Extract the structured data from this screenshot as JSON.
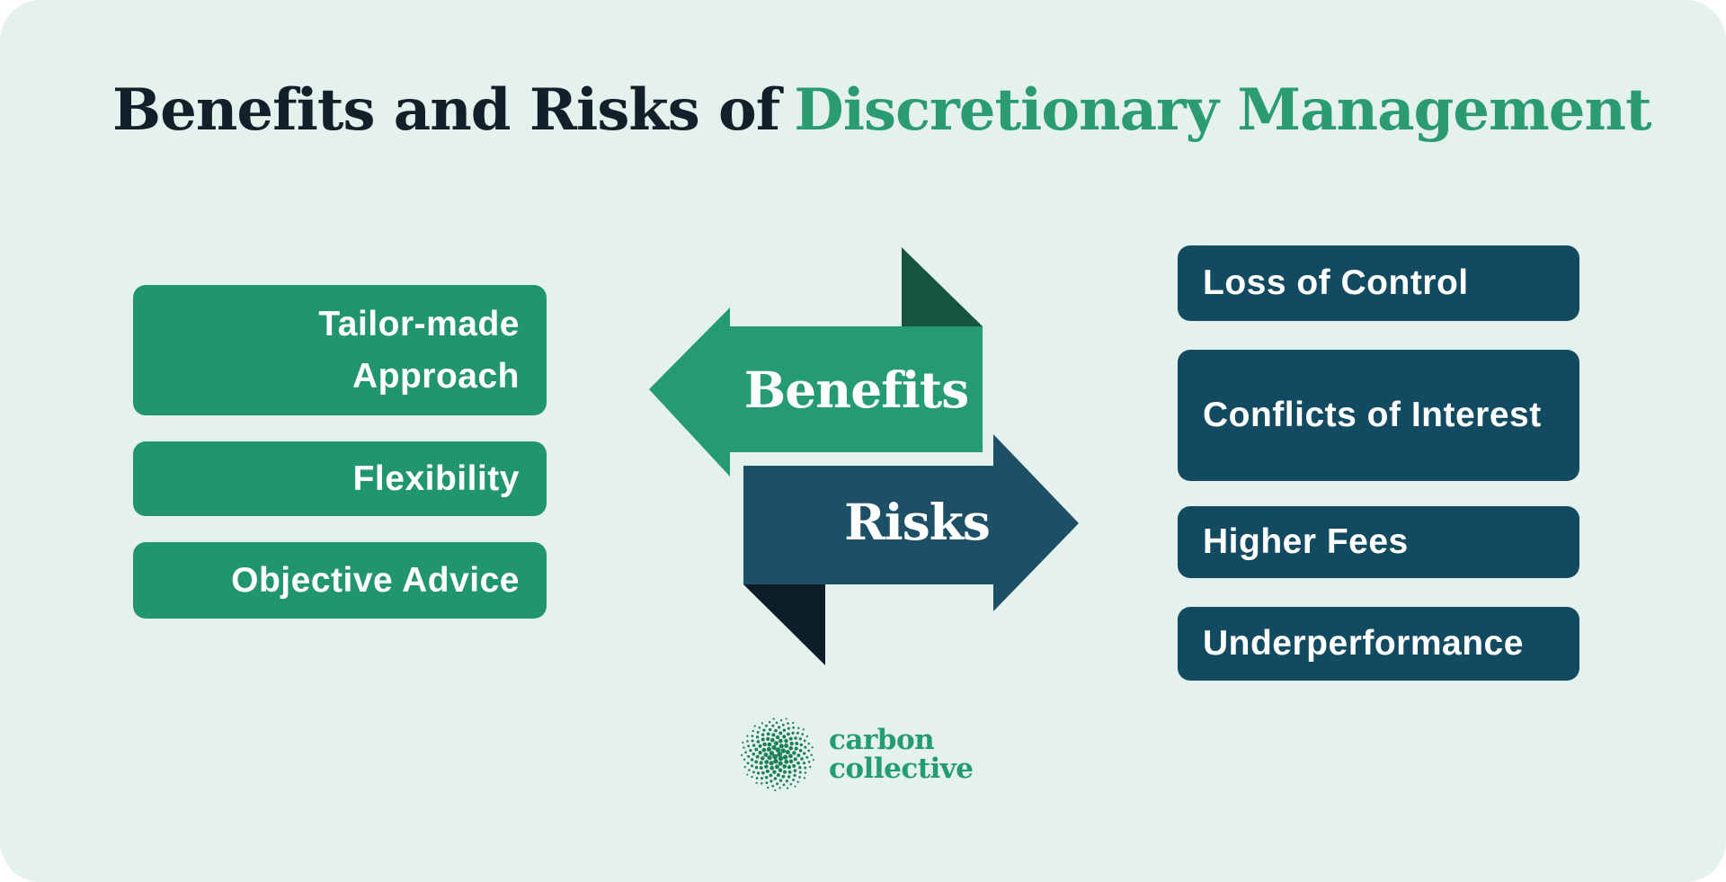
{
  "title": {
    "dark": "Benefits and Risks of",
    "green": "Discretionary Management"
  },
  "benefits": {
    "arrow_label": "Benefits",
    "items": [
      "Tailor-made Approach",
      "Flexibility",
      "Objective Advice"
    ]
  },
  "risks": {
    "arrow_label": "Risks",
    "items": [
      "Loss of Control",
      "Conflicts of Interest",
      "Higher Fees",
      "Underperformance"
    ]
  },
  "logo": {
    "name": "carbon collective",
    "line1": "carbon",
    "line2": "collective",
    "icon": "dotted-sphere-icon"
  },
  "colors": {
    "card_background": "#E4F1ED",
    "title_dark": "#132029",
    "title_green": "#2B9C72",
    "benefit_box_green": "#21966E",
    "benefits_arrow_green": "#259B72",
    "benefits_fold_green": "#175540",
    "risk_box_teal": "#124B61",
    "risks_arrow_teal": "#1D4F66",
    "risks_fold_navy": "#0E1E28",
    "label_text": "#FFFFFF",
    "logo_green": "#259B72",
    "logo_dot_green": "#1C8058"
  }
}
